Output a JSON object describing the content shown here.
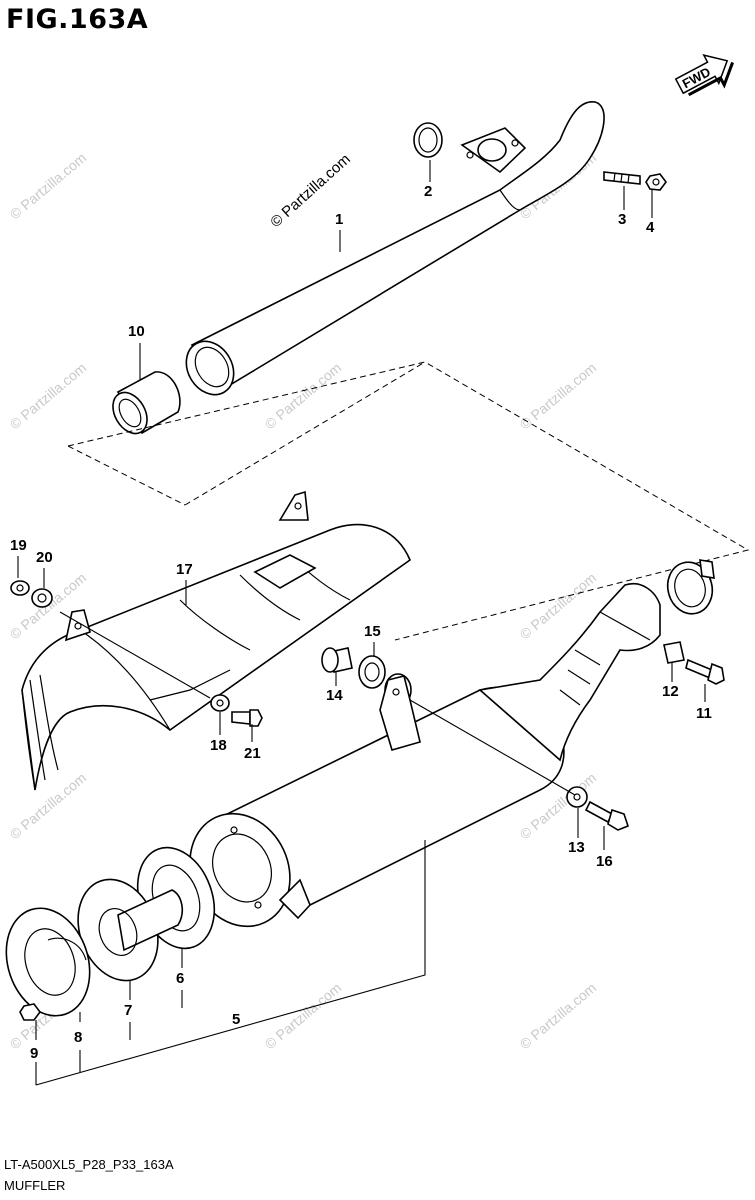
{
  "figure": {
    "title": "FIG.163A",
    "code": "LT-A500XL5_P28_P33_163A",
    "name": "MUFFLER",
    "fwd_label": "FWD",
    "watermark_main": "© Partzilla.com",
    "watermark": "© Partzilla.com"
  },
  "callouts": {
    "p1": "1",
    "p2": "2",
    "p3": "3",
    "p4": "4",
    "p5": "5",
    "p6": "6",
    "p7": "7",
    "p8": "8",
    "p9": "9",
    "p10": "10",
    "p11": "11",
    "p12": "12",
    "p13": "13",
    "p14": "14",
    "p15": "15",
    "p16": "16",
    "p17": "17",
    "p18": "18",
    "p19": "19",
    "p20": "20",
    "p21": "21"
  }
}
